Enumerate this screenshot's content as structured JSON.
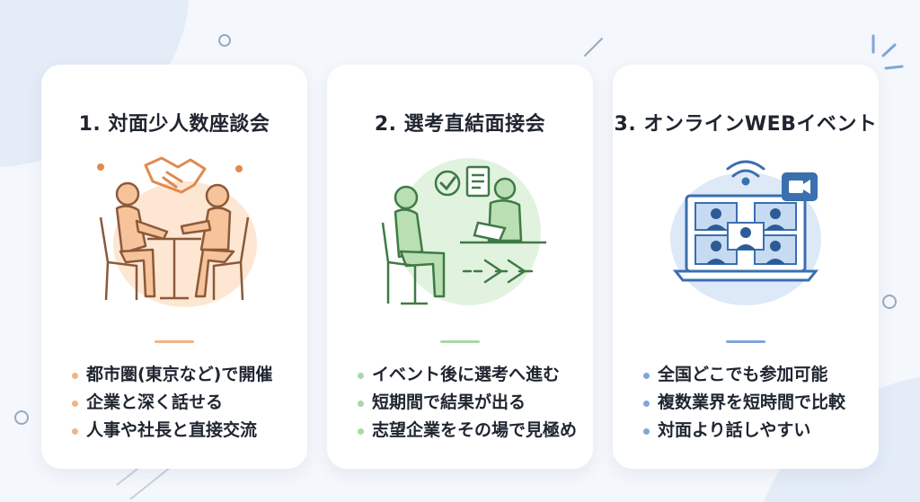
{
  "cards": [
    {
      "title": "1. 対面少人数座談会",
      "accent": "#f0b584",
      "bullets": [
        "都市圏(東京など)で開催",
        "企業と深く話せる",
        "人事や社長と直接交流"
      ]
    },
    {
      "title": "2. 選考直結面接会",
      "accent": "#a9d9a6",
      "bullets": [
        "イベント後に選考へ進む",
        "短期間で結果が出る",
        "志望企業をその場で見極め"
      ]
    },
    {
      "title": "3. オンラインWEBイベント",
      "accent": "#7ea7d8",
      "bullets": [
        "全国どこでも参加可能",
        "複数業界を短時間で比較",
        "対面より話しやすい"
      ]
    }
  ],
  "icons": [
    "handshake-icon",
    "checkmark-icon",
    "document-icon",
    "arrow-right-icon",
    "wifi-icon",
    "video-camera-icon",
    "laptop-icon"
  ]
}
